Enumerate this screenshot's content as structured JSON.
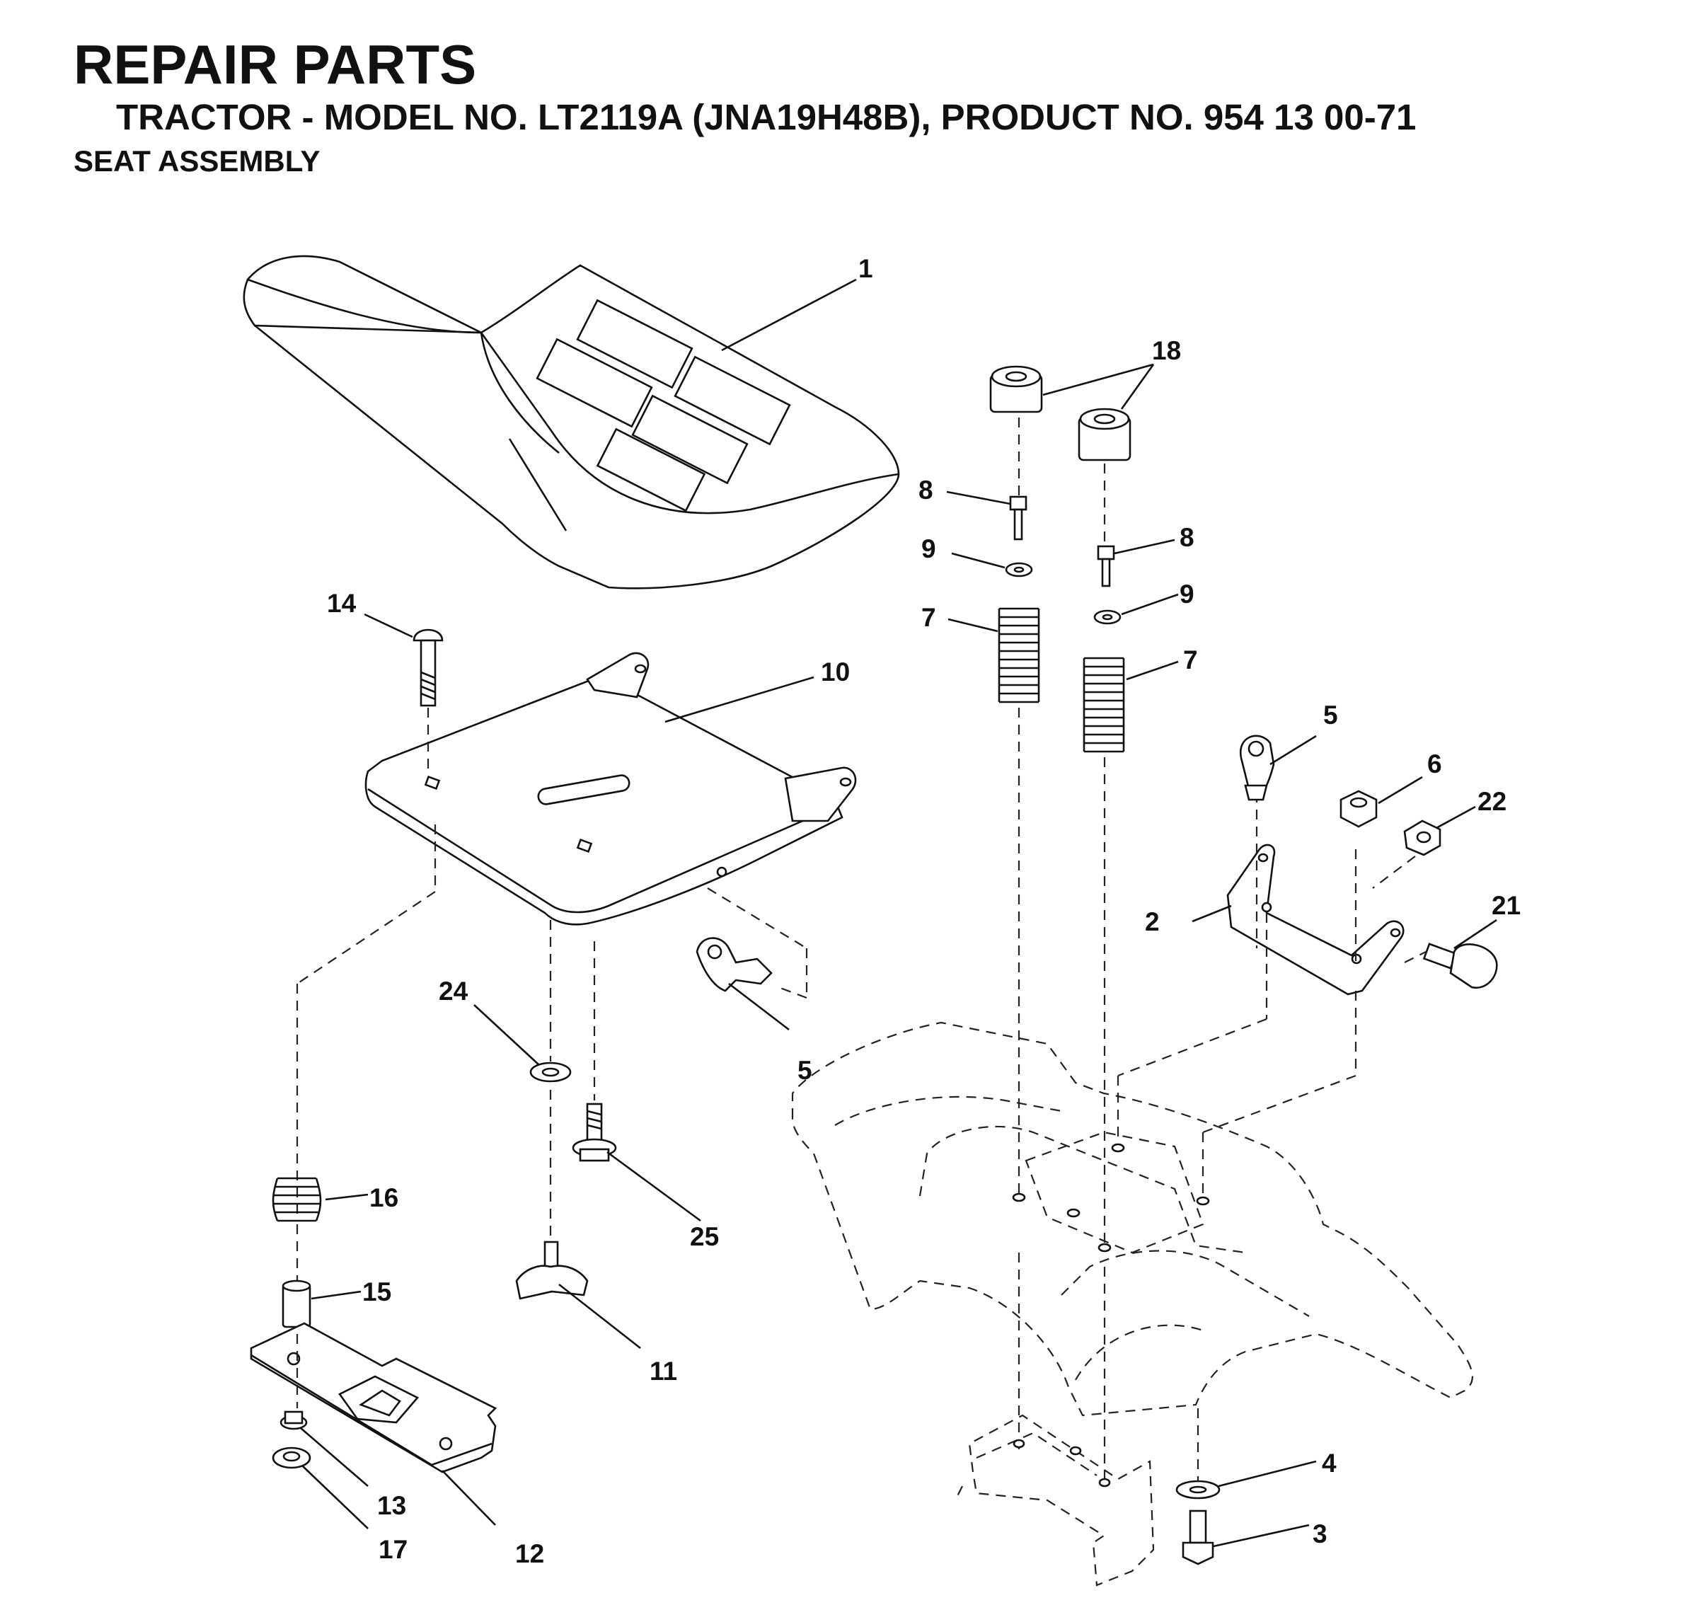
{
  "header": {
    "title": "REPAIR PARTS",
    "subtitle": "TRACTOR - MODEL NO. LT2119A (JNA19H48B), PRODUCT NO. 954 13 00-71",
    "section": "SEAT ASSEMBLY"
  },
  "callouts": {
    "c1": "1",
    "c2": "2",
    "c3": "3",
    "c4": "4",
    "c5a": "5",
    "c5b": "5",
    "c6": "6",
    "c7a": "7",
    "c7b": "7",
    "c8a": "8",
    "c8b": "8",
    "c9a": "9",
    "c9b": "9",
    "c10": "10",
    "c11": "11",
    "c12": "12",
    "c13": "13",
    "c14": "14",
    "c15": "15",
    "c16": "16",
    "c17": "17",
    "c18": "18",
    "c21": "21",
    "c22": "22",
    "c24": "24",
    "c25": "25"
  }
}
